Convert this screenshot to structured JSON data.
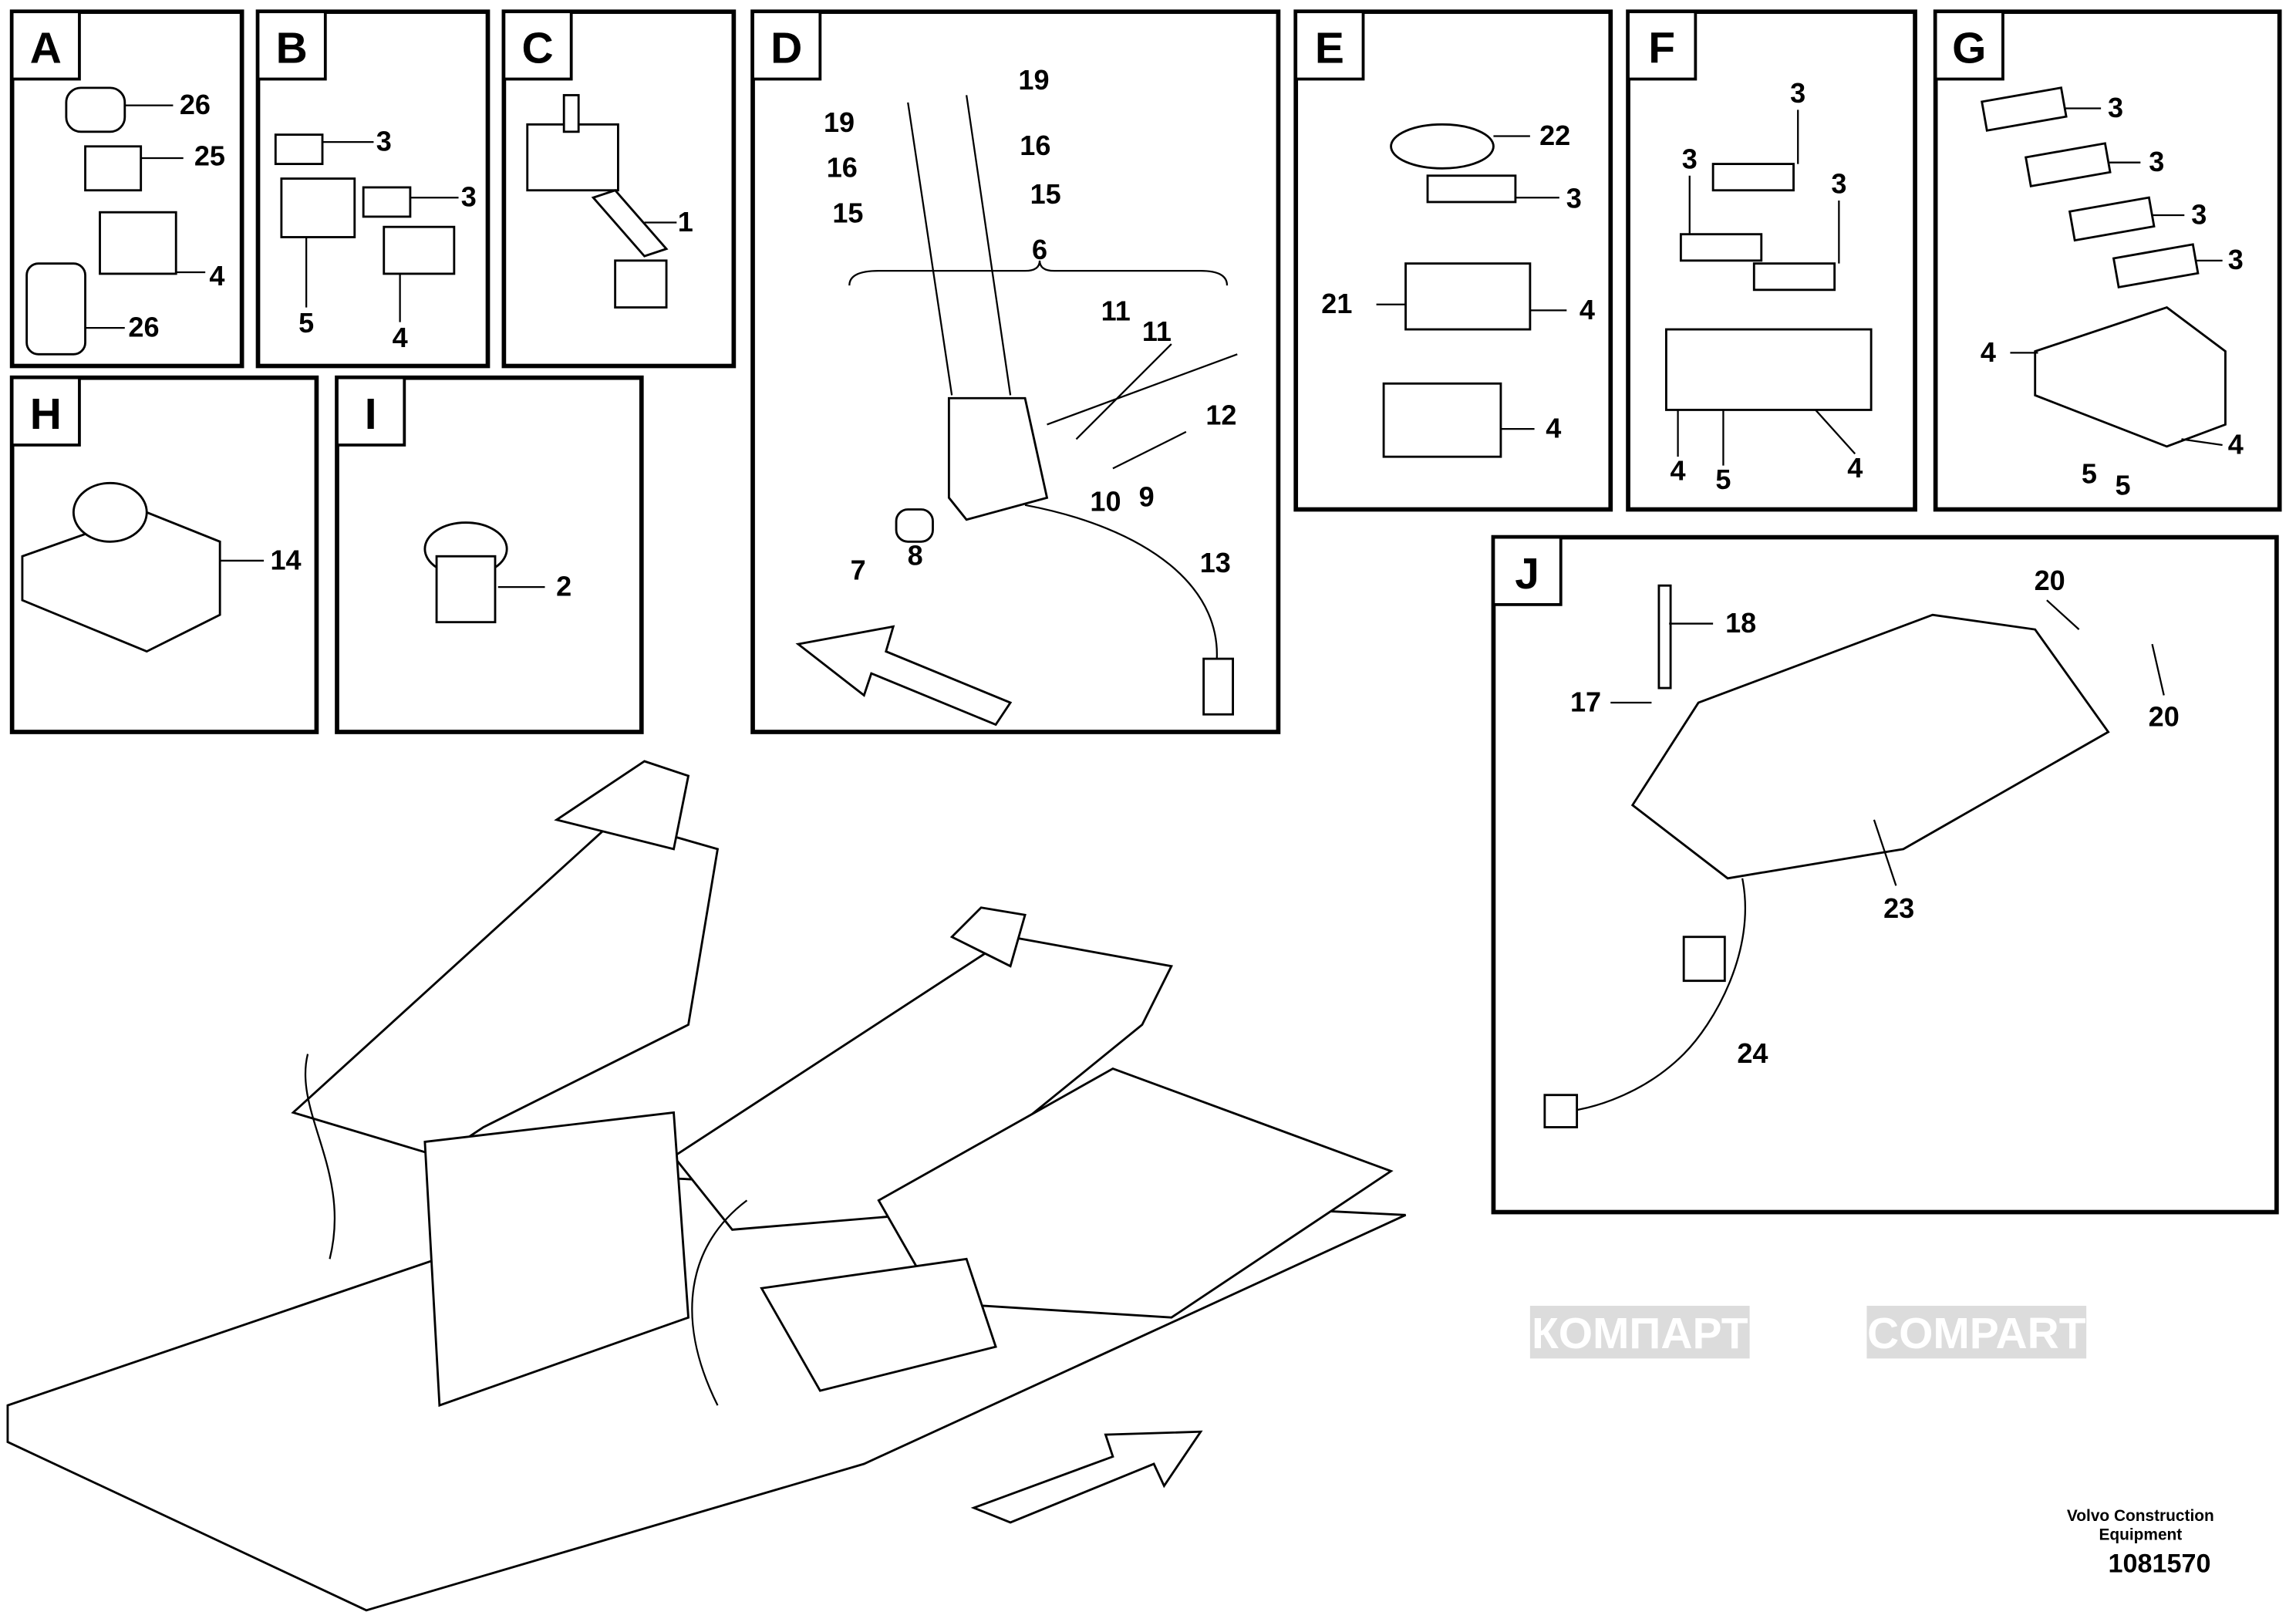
{
  "watermark": {
    "texts": [
      "КОМПАРТ",
      "COMPART"
    ]
  },
  "panels": {
    "A": {
      "letter": "A",
      "callouts": [
        "26",
        "25",
        "4",
        "26"
      ]
    },
    "B": {
      "letter": "B",
      "callouts": [
        "3",
        "3",
        "5",
        "4"
      ]
    },
    "C": {
      "letter": "C",
      "callouts": [
        "1"
      ]
    },
    "D": {
      "letter": "D",
      "callouts": [
        "19",
        "19",
        "16",
        "16",
        "15",
        "15",
        "6",
        "11",
        "11",
        "12",
        "9",
        "10",
        "7",
        "8",
        "13"
      ]
    },
    "E": {
      "letter": "E",
      "callouts": [
        "22",
        "3",
        "21",
        "4",
        "4"
      ]
    },
    "F": {
      "letter": "F",
      "callouts": [
        "3",
        "3",
        "3",
        "4",
        "5",
        "4"
      ]
    },
    "G": {
      "letter": "G",
      "callouts": [
        "3",
        "3",
        "3",
        "3",
        "4",
        "4",
        "5",
        "5"
      ]
    },
    "H": {
      "letter": "H",
      "callouts": [
        "14"
      ]
    },
    "I": {
      "letter": "I",
      "callouts": [
        "2"
      ]
    },
    "J": {
      "letter": "J",
      "callouts": [
        "20",
        "18",
        "17",
        "20",
        "23",
        "24"
      ]
    }
  },
  "footer": {
    "company_line1": "Volvo Construction",
    "company_line2": "Equipment",
    "drawing_number": "1081570"
  }
}
